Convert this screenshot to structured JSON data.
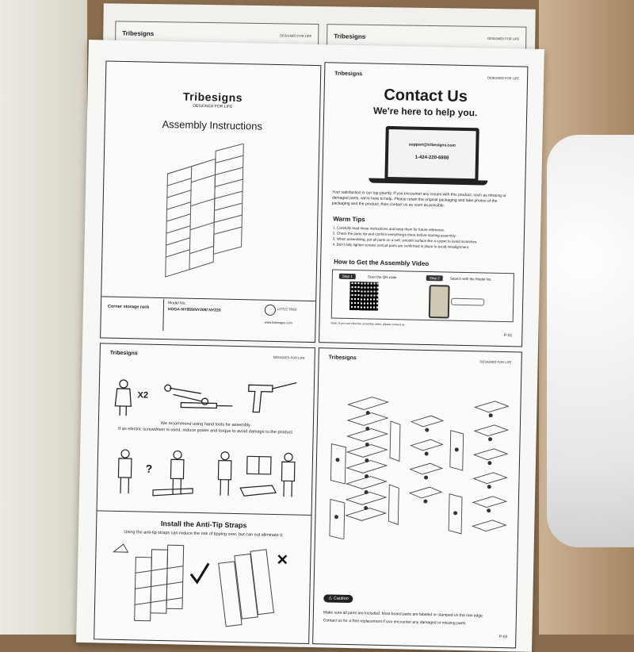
{
  "back_sheet": {
    "brand_left": "Tribesigns",
    "brand_right": "Tribesigns",
    "tag_left": "DESIGNED FOR LIFE",
    "tag_right": "DESIGNED FOR LIFE"
  },
  "cover": {
    "brand": "Tribesigns",
    "tagline": "DESIGNED FOR LIFE",
    "title": "Assembly Instructions",
    "product_label": "Corner storage rack",
    "model_label": "Model No.",
    "model_value": "HOGA-NY859/NY209/ NY220",
    "logo_text": "LITTLE TREE",
    "website": "www.tribesigns.com"
  },
  "contact": {
    "brand": "Tribesigns",
    "tagline": "DESIGNED FOR LIFE",
    "title": "Contact Us",
    "subtitle": "We're here to help you.",
    "email": "support@tribesigns.com",
    "phone": "1-424-220-6888",
    "paragraph": "Your satisfaction is our top priority. If you encounter any issues with this product, such as missing or damaged parts, we're here to help. Please retain the original packaging and take photos of the packaging and the product, then contact us as soon as possible.",
    "warm_tips_title": "Warm Tips",
    "tips": [
      "1. Carefully read these instructions and keep them for future reference.",
      "2. Check the parts list and confirm everything's there before starting assembly.",
      "3. When assembling, put all parts on a soft, smooth surface like a carpet to avoid scratches.",
      "4. Don't fully tighten screws until all parts are confirmed in place to avoid misalignment."
    ],
    "video_title": "How to Get the Assembly Video",
    "step1_label": "Step 1",
    "step1_text": "Scan the QR code",
    "step2_label": "Step 2",
    "step2_text": "Search with the Model No.",
    "note": "Note: If you can't find the assembly video, please contact us.",
    "page": "P-01"
  },
  "tools": {
    "brand": "Tribesigns",
    "tagline": "DESIGNED FOR LIFE",
    "people_count": "X2",
    "tools_line1": "We recommend using hand tools for assembly.",
    "tools_line2": "If an electric screwdriver is used, reduce power and torque to avoid damage to the product.",
    "question_mark": "?",
    "antitip_title": "Install the Anti-Tip Straps",
    "antitip_text": "Using the anti-tip straps can reduce the risk of tipping over, but can not eliminate it."
  },
  "parts": {
    "brand": "Tribesigns",
    "tagline": "DESIGNED FOR LIFE",
    "caution_label": "Caution",
    "caution_line1": "Make sure all parts are included. Most board parts are labeled or stamped on the raw edge.",
    "caution_line2": "Contact us for a free replacement if you encounter any damaged or missing parts.",
    "page": "P-03"
  }
}
